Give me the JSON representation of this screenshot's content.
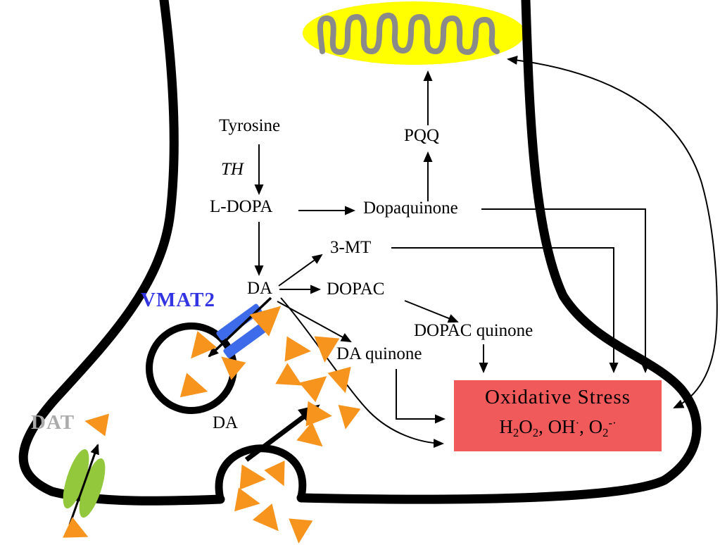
{
  "labels": {
    "tyrosine": "Tyrosine",
    "th": "TH",
    "ldopa": "L-DOPA",
    "dopaquinone": "Dopaquinone",
    "pqq": "PQQ",
    "three_mt": "3-MT",
    "da": "DA",
    "dopac": "DOPAC",
    "dopac_quinone": "DOPAC quinone",
    "da_quinone": "DA quinone",
    "vmat2": "VMAT2",
    "dat": "DAT",
    "da_release": "DA"
  },
  "box": {
    "title": "Oxidative Stress",
    "formula": {
      "p1": "H",
      "sub1": "2",
      "p2": "O",
      "sub2": "2",
      "p3": ", OH",
      "sup3": "·",
      "p4": ", O",
      "sub4": "2",
      "sup4": "-·"
    }
  },
  "icons": {
    "mitochondria": "mitochondria-icon",
    "vesicle": "synaptic-vesicle-icon",
    "dopamine": "dopamine-triangle-icon",
    "vmat2_transporter": "vmat2-transporter-bars-icon",
    "dat_transporter": "dat-transporter-ellipses-icon"
  },
  "colors": {
    "orange": "#F7941E",
    "vmat2_blue": "#3335E3",
    "transporter_blue": "#3E6BE9",
    "dat_green": "#93C83D",
    "mito_yellow": "#FFFF00",
    "cristae_gray": "#8A8A8A",
    "stress_red": "#F15A5A",
    "dat_gray": "#ABABAB",
    "line_black": "#000000"
  }
}
